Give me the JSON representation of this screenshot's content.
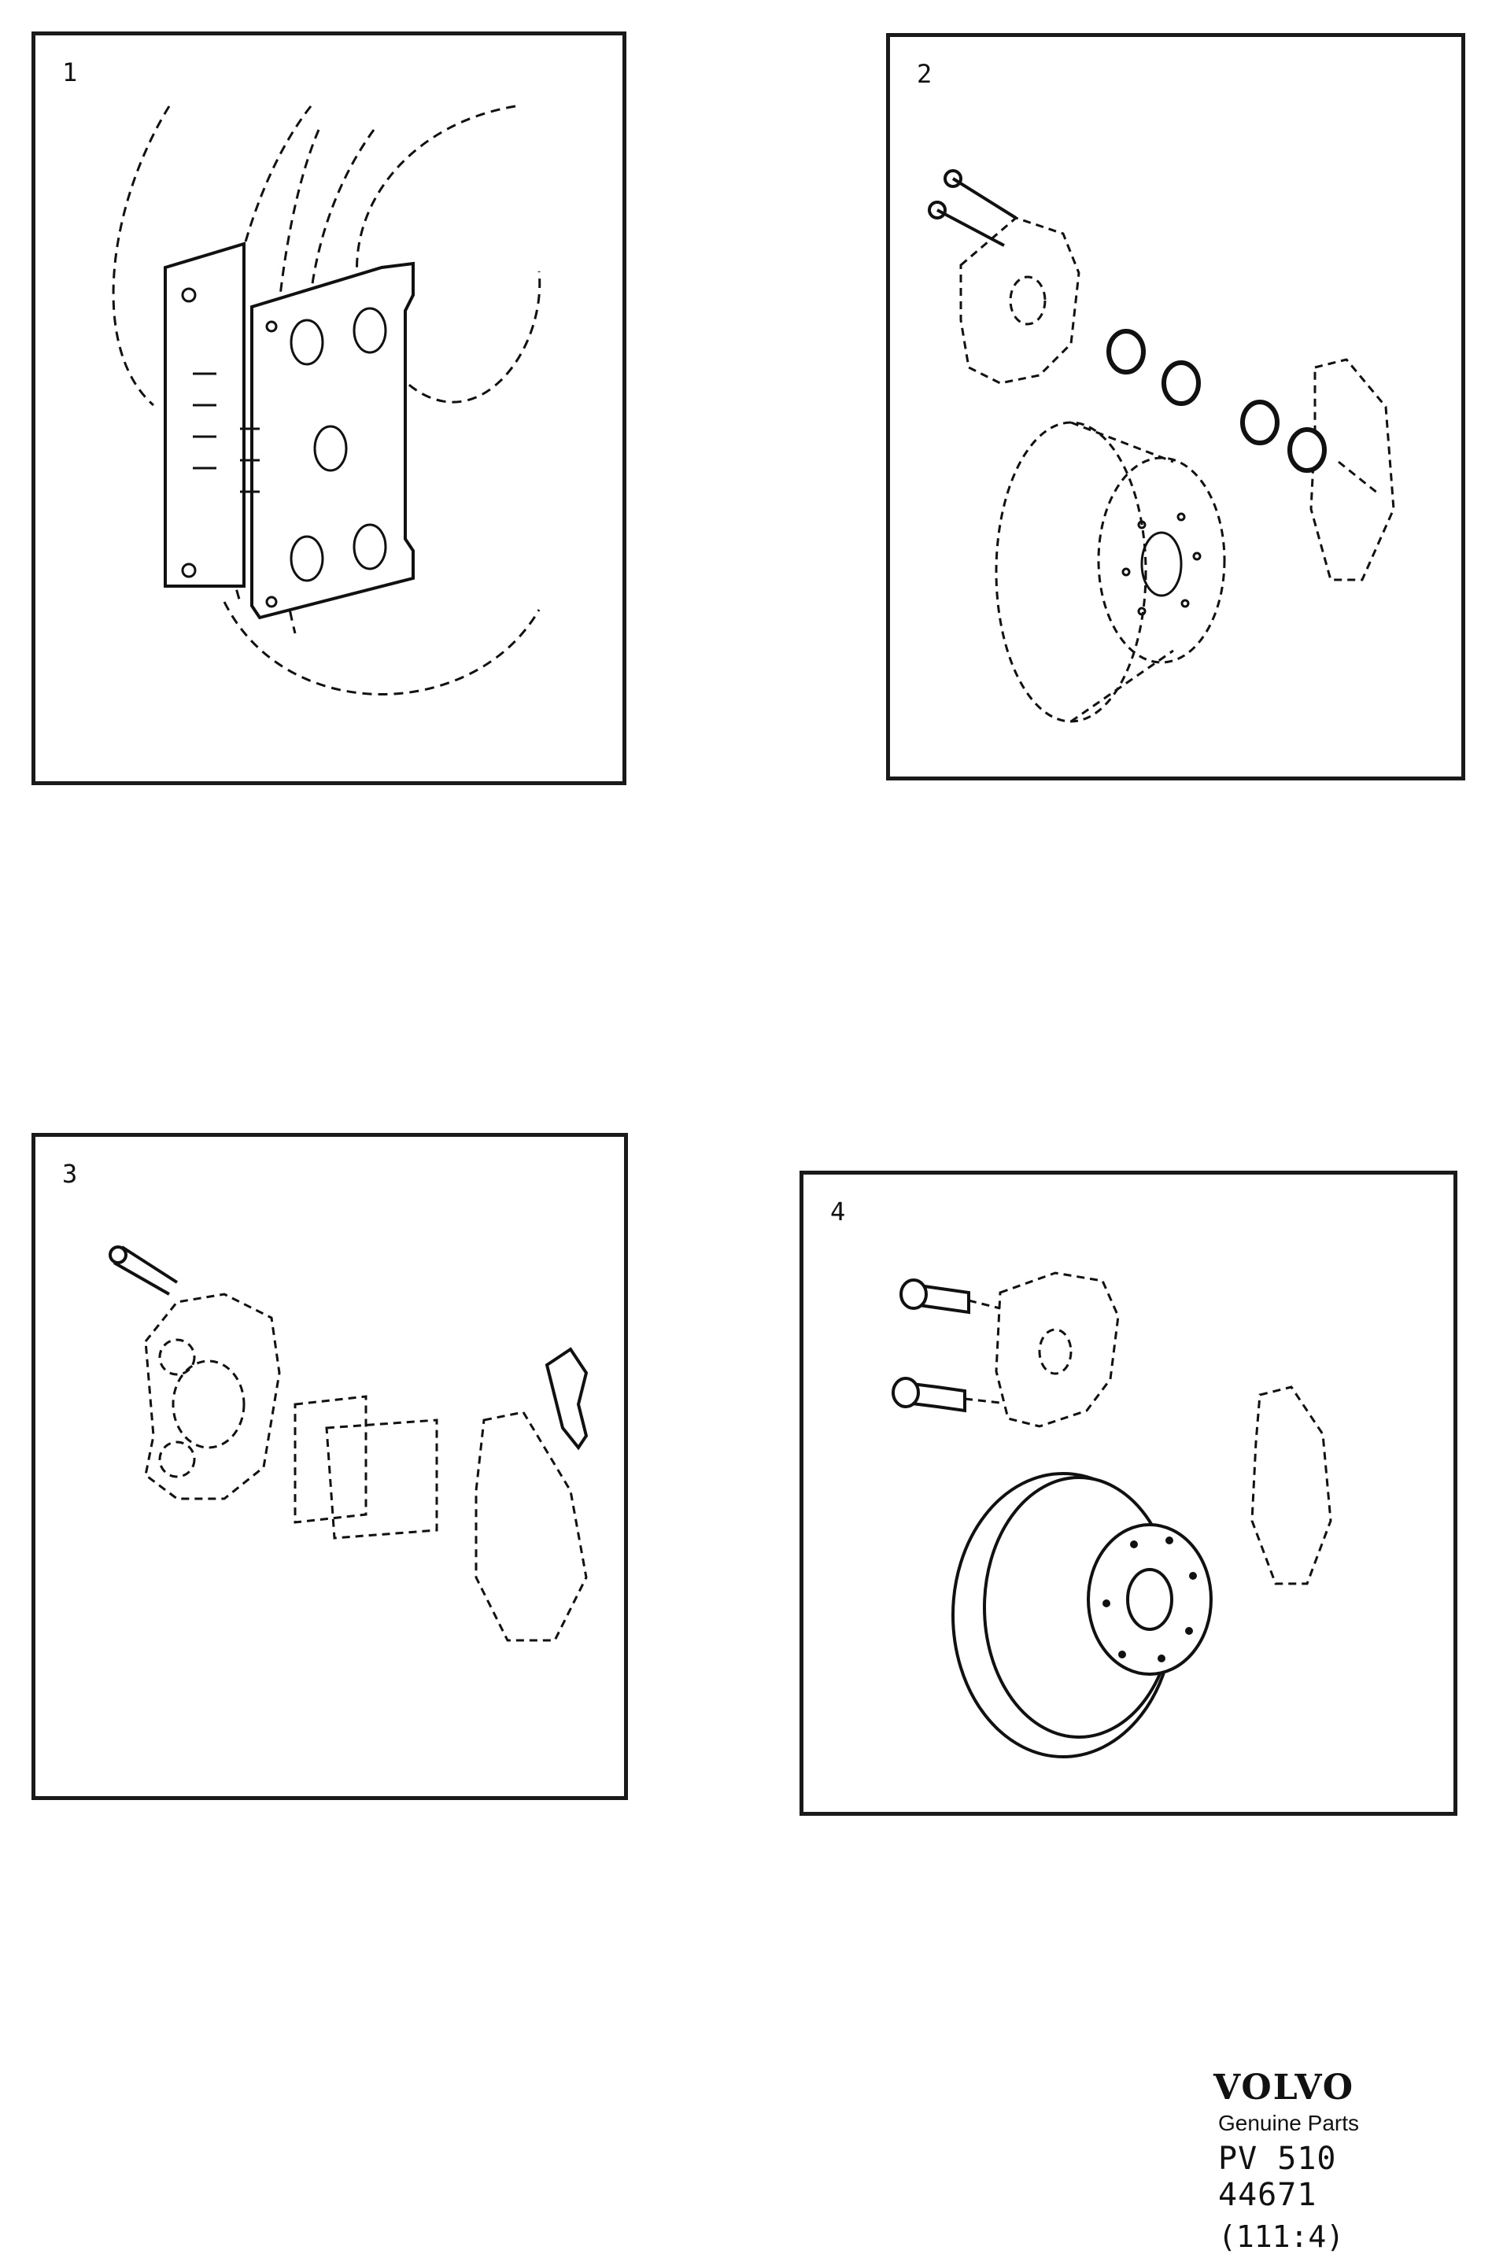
{
  "panels": [
    {
      "label": "1"
    },
    {
      "label": "2"
    },
    {
      "label": "3"
    },
    {
      "label": "4"
    }
  ],
  "footer": {
    "brand": "VOLVO",
    "tagline": "Genuine Parts",
    "part_number": "PV 510 44671",
    "reference": "(111:4)"
  }
}
